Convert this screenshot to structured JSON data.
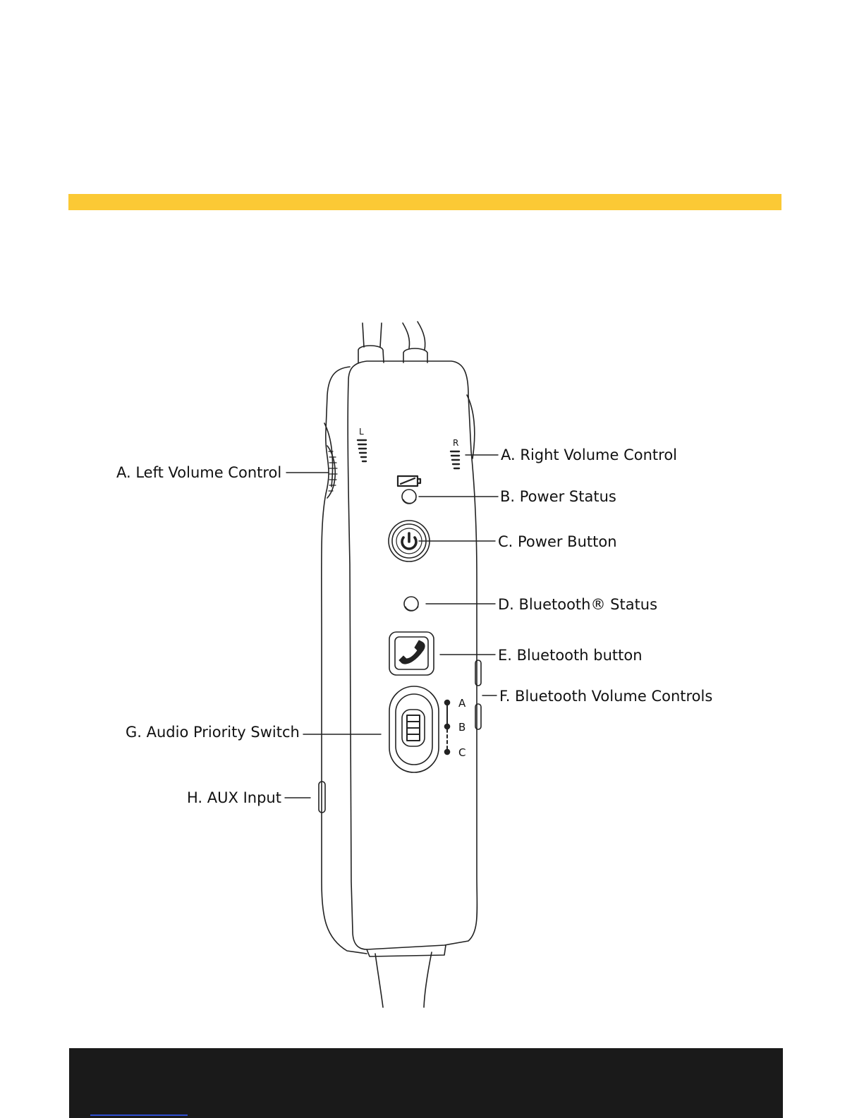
{
  "colors": {
    "accent_bar": "#fbc935",
    "footer": "#1a1a1a",
    "outline": "#222222"
  },
  "device": {
    "side_labels": {
      "left": "L",
      "right": "R"
    },
    "switch_positions": [
      "A",
      "B",
      "C"
    ],
    "icons": {
      "battery": "battery-low-icon",
      "power": "power-icon",
      "phone": "phone-handset-icon"
    }
  },
  "callouts": {
    "left_volume": "A. Left Volume Control",
    "right_volume": "A. Right Volume Control",
    "power_status": "B. Power Status",
    "power_button": "C. Power Button",
    "bluetooth_status": "D. Bluetooth® Status",
    "bluetooth_button": "E. Bluetooth button",
    "bluetooth_volume": "F. Bluetooth Volume Controls",
    "audio_priority": "G. Audio Priority Switch",
    "aux_input": "H. AUX Input"
  }
}
